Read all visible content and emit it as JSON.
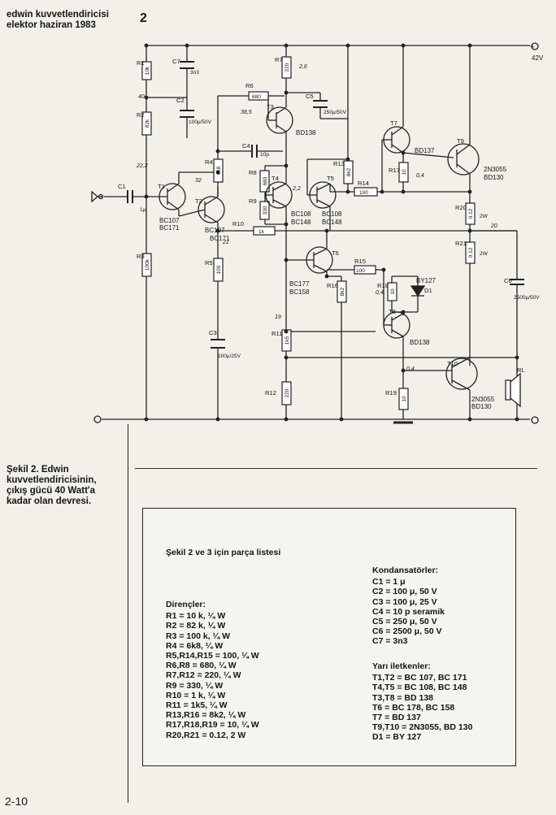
{
  "header": {
    "line1": "edwin kuvvetlendiricisi",
    "line2": "elektor haziran 1983"
  },
  "figure_number": "2",
  "supply": {
    "plus": "+",
    "voltage": "42V"
  },
  "components": [
    {
      "id": "R1",
      "label": "R1",
      "value": "10k"
    },
    {
      "id": "R2",
      "label": "R2",
      "value": "82k"
    },
    {
      "id": "R3",
      "label": "R3",
      "value": "100k"
    },
    {
      "id": "R4",
      "label": "R4",
      "value": "6k8"
    },
    {
      "id": "R5",
      "label": "R5",
      "value": "100"
    },
    {
      "id": "R6",
      "label": "R6",
      "value": "680"
    },
    {
      "id": "R7",
      "label": "R7",
      "value": "220"
    },
    {
      "id": "R8",
      "label": "R8",
      "value": "680"
    },
    {
      "id": "R9",
      "label": "R9",
      "value": "330"
    },
    {
      "id": "R10",
      "label": "R10",
      "value": "1k"
    },
    {
      "id": "R11",
      "label": "R11",
      "value": "1k5"
    },
    {
      "id": "R12",
      "label": "R12",
      "value": "220"
    },
    {
      "id": "R13",
      "label": "R13",
      "value": "8k2"
    },
    {
      "id": "R14",
      "label": "R14",
      "value": "100"
    },
    {
      "id": "R15",
      "label": "R15",
      "value": "100"
    },
    {
      "id": "R16",
      "label": "R16",
      "value": "8k2"
    },
    {
      "id": "R17",
      "label": "R17",
      "value": "10"
    },
    {
      "id": "R18",
      "label": "R18",
      "value": "10"
    },
    {
      "id": "R19",
      "label": "R19",
      "value": "10"
    },
    {
      "id": "R20",
      "label": "R20",
      "value": "0.12"
    },
    {
      "id": "R21",
      "label": "R21",
      "value": "0.12"
    },
    {
      "id": "C1",
      "label": "C1",
      "value": "1μ"
    },
    {
      "id": "C2",
      "label": "C2",
      "value": "100μ/50V"
    },
    {
      "id": "C3",
      "label": "C3",
      "value": "100μ/25V"
    },
    {
      "id": "C4",
      "label": "C4",
      "value": "10p"
    },
    {
      "id": "C5",
      "label": "C5",
      "value": "250μ/50V"
    },
    {
      "id": "C6",
      "label": "C6",
      "value": "2500μ/50V"
    },
    {
      "id": "C7",
      "label": "C7",
      "value": "3n3"
    },
    {
      "id": "T1",
      "label": "T1",
      "value": "BC107 BC171"
    },
    {
      "id": "T2",
      "label": "T2",
      "value": "BC107 BC171"
    },
    {
      "id": "T3",
      "label": "T3",
      "value": "BD138"
    },
    {
      "id": "T4",
      "label": "T4",
      "value": "BC108 BC148"
    },
    {
      "id": "T5",
      "label": "T5",
      "value": "BC108 BC148"
    },
    {
      "id": "T6",
      "label": "T6",
      "value": "BC177 BC158"
    },
    {
      "id": "T7",
      "label": "T7",
      "value": "BD137"
    },
    {
      "id": "T8",
      "label": "T8",
      "value": "BD138"
    },
    {
      "id": "T9",
      "label": "T9",
      "value": "2N3055 BD130"
    },
    {
      "id": "T10",
      "label": "T10",
      "value": "2N3055 BD130"
    },
    {
      "id": "D1",
      "label": "D1",
      "value": "BY127"
    },
    {
      "id": "RL",
      "label": "RL",
      "value": ""
    }
  ],
  "annotations": {
    "w2a": "2W",
    "w2b": "2W",
    "v26": "2,6",
    "v405": "40",
    "v222": "22,2",
    "v385": "38,5",
    "v32": "32",
    "v21": "21",
    "v22": "2,2",
    "v20": "20",
    "v19": "19",
    "v04a": "0,4",
    "v04b": "0,4",
    "v04c": "0,4"
  },
  "caption": {
    "l1": "Şekil 2. Edwin",
    "l2": "kuvvetlendiricisinin,",
    "l3": "çıkış gücü 40 Watt'a",
    "l4": "kadar olan devresi."
  },
  "parts_list": {
    "title": "Şekil 2 ve 3 için parça listesi",
    "resistors_header": "Dirençler:",
    "resistors": [
      "R1 = 10 k, ¼ W",
      "R2 = 82 k, ¼ W",
      "R3 = 100 k, ¼ W",
      "R4 = 6k8, ¼ W",
      "R5,R14,R15 = 100, ¼ W",
      "R6,R8 = 680, ¼ W",
      "R7,R12 = 220, ¼ W",
      "R9 = 330, ¼ W",
      "R10 = 1 k, ¼ W",
      "R11 = 1k5, ¼ W",
      "R13,R16 = 8k2, ¼ W",
      "R17,R18,R19 = 10, ¼ W",
      "R20,R21 = 0.12, 2 W"
    ],
    "capacitors_header": "Kondansatörler:",
    "capacitors": [
      "C1 = 1 μ",
      "C2 = 100 μ, 50 V",
      "C3 = 100 μ, 25 V",
      "C4 = 10 p seramik",
      "C5 = 250 μ, 50 V",
      "C6 = 2500 μ, 50 V",
      "C7 = 3n3"
    ],
    "semis_header": "Yarı iletkenler:",
    "semis": [
      "T1,T2 = BC 107, BC 171",
      "T4,T5 = BC 108, BC 148",
      "T3,T8 = BD 138",
      "T6 = BC 178, BC 158",
      "T7 = BD 137",
      "T9,T10 = 2N3055, BD 130",
      "D1 = BY 127"
    ]
  },
  "page_number": "2-10"
}
